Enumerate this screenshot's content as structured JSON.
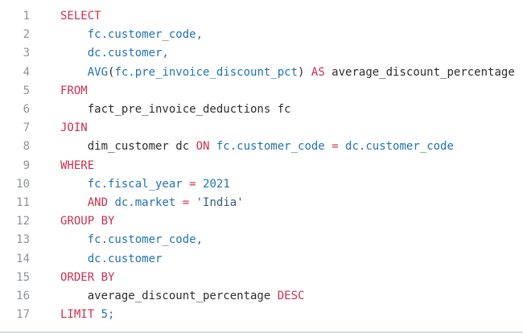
{
  "editor": {
    "background": "#ffffff",
    "border_bottom_color": "#d8dede",
    "language": "sql",
    "colors": {
      "keyword": "#c9304e",
      "operator": "#c9304e",
      "identifier": "#2173b4",
      "function": "#2173b4",
      "number": "#2173b4",
      "string": "#35597d",
      "plain": "#2d2d2d",
      "line_number": "#8e9299"
    },
    "lines": [
      {
        "n": "1",
        "tokens": [
          {
            "text": "SELECT",
            "type": "keyword"
          }
        ]
      },
      {
        "n": "2",
        "tokens": [
          {
            "text": "    ",
            "type": "plain"
          },
          {
            "text": "fc.customer_code,",
            "type": "identifier"
          }
        ]
      },
      {
        "n": "3",
        "tokens": [
          {
            "text": "    ",
            "type": "plain"
          },
          {
            "text": "dc.customer,",
            "type": "identifier"
          }
        ]
      },
      {
        "n": "4",
        "tokens": [
          {
            "text": "    ",
            "type": "plain"
          },
          {
            "text": "AVG",
            "type": "function"
          },
          {
            "text": "(",
            "type": "plain"
          },
          {
            "text": "fc.pre_invoice_discount_pct",
            "type": "identifier"
          },
          {
            "text": ") ",
            "type": "plain"
          },
          {
            "text": "AS",
            "type": "keyword"
          },
          {
            "text": " average_discount_percentage",
            "type": "plain"
          }
        ]
      },
      {
        "n": "5",
        "tokens": [
          {
            "text": "FROM",
            "type": "keyword"
          }
        ]
      },
      {
        "n": "6",
        "tokens": [
          {
            "text": "    fact_pre_invoice_deductions fc",
            "type": "plain"
          }
        ]
      },
      {
        "n": "7",
        "tokens": [
          {
            "text": "JOIN",
            "type": "keyword"
          }
        ]
      },
      {
        "n": "8",
        "tokens": [
          {
            "text": "    dim_customer dc ",
            "type": "plain"
          },
          {
            "text": "ON",
            "type": "keyword"
          },
          {
            "text": " ",
            "type": "plain"
          },
          {
            "text": "fc.customer_code",
            "type": "identifier"
          },
          {
            "text": " ",
            "type": "plain"
          },
          {
            "text": "=",
            "type": "operator"
          },
          {
            "text": " ",
            "type": "plain"
          },
          {
            "text": "dc.customer_code",
            "type": "identifier"
          }
        ]
      },
      {
        "n": "9",
        "tokens": [
          {
            "text": "WHERE",
            "type": "keyword"
          }
        ]
      },
      {
        "n": "10",
        "tokens": [
          {
            "text": "    ",
            "type": "plain"
          },
          {
            "text": "fc.fiscal_year",
            "type": "identifier"
          },
          {
            "text": " ",
            "type": "plain"
          },
          {
            "text": "=",
            "type": "operator"
          },
          {
            "text": " ",
            "type": "plain"
          },
          {
            "text": "2021",
            "type": "number"
          }
        ]
      },
      {
        "n": "11",
        "tokens": [
          {
            "text": "    ",
            "type": "plain"
          },
          {
            "text": "AND",
            "type": "keyword"
          },
          {
            "text": " ",
            "type": "plain"
          },
          {
            "text": "dc.market",
            "type": "identifier"
          },
          {
            "text": " ",
            "type": "plain"
          },
          {
            "text": "=",
            "type": "operator"
          },
          {
            "text": " ",
            "type": "plain"
          },
          {
            "text": "'India'",
            "type": "string"
          }
        ]
      },
      {
        "n": "12",
        "tokens": [
          {
            "text": "GROUP BY",
            "type": "keyword"
          }
        ]
      },
      {
        "n": "13",
        "tokens": [
          {
            "text": "    ",
            "type": "plain"
          },
          {
            "text": "fc.customer_code,",
            "type": "identifier"
          }
        ]
      },
      {
        "n": "14",
        "tokens": [
          {
            "text": "    ",
            "type": "plain"
          },
          {
            "text": "dc.customer",
            "type": "identifier"
          }
        ]
      },
      {
        "n": "15",
        "tokens": [
          {
            "text": "ORDER BY",
            "type": "keyword"
          }
        ]
      },
      {
        "n": "16",
        "tokens": [
          {
            "text": "    average_discount_percentage ",
            "type": "plain"
          },
          {
            "text": "DESC",
            "type": "keyword"
          }
        ]
      },
      {
        "n": "17",
        "tokens": [
          {
            "text": "LIMIT",
            "type": "keyword"
          },
          {
            "text": " ",
            "type": "plain"
          },
          {
            "text": "5;",
            "type": "number"
          }
        ]
      }
    ]
  }
}
